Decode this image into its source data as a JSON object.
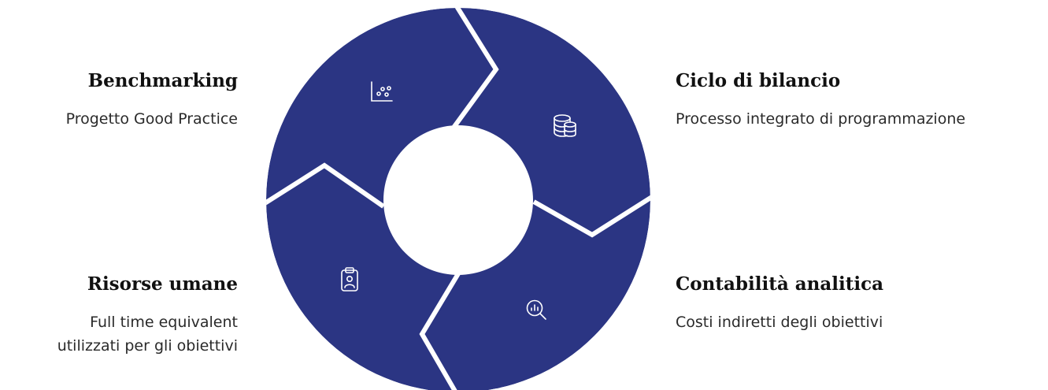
{
  "diagram": {
    "accent_color": "#2b3583",
    "segments": [
      {
        "id": "benchmarking",
        "title": "Benchmarking",
        "description_lines": [
          "Progetto Good Practice"
        ],
        "icon": "scatter-chart-icon"
      },
      {
        "id": "ciclo",
        "title": "Ciclo di bilancio",
        "description_lines": [
          "Processo integrato di programmazione"
        ],
        "icon": "database-coins-icon"
      },
      {
        "id": "risorse",
        "title": "Risorse umane",
        "description_lines": [
          "Full time equivalent",
          "utilizzati per gli obiettivi"
        ],
        "icon": "clipboard-person-icon"
      },
      {
        "id": "contabilita",
        "title": "Contabilità analitica",
        "description_lines": [
          "Costi indiretti degli obiettivi"
        ],
        "icon": "magnifier-chart-icon"
      }
    ]
  }
}
